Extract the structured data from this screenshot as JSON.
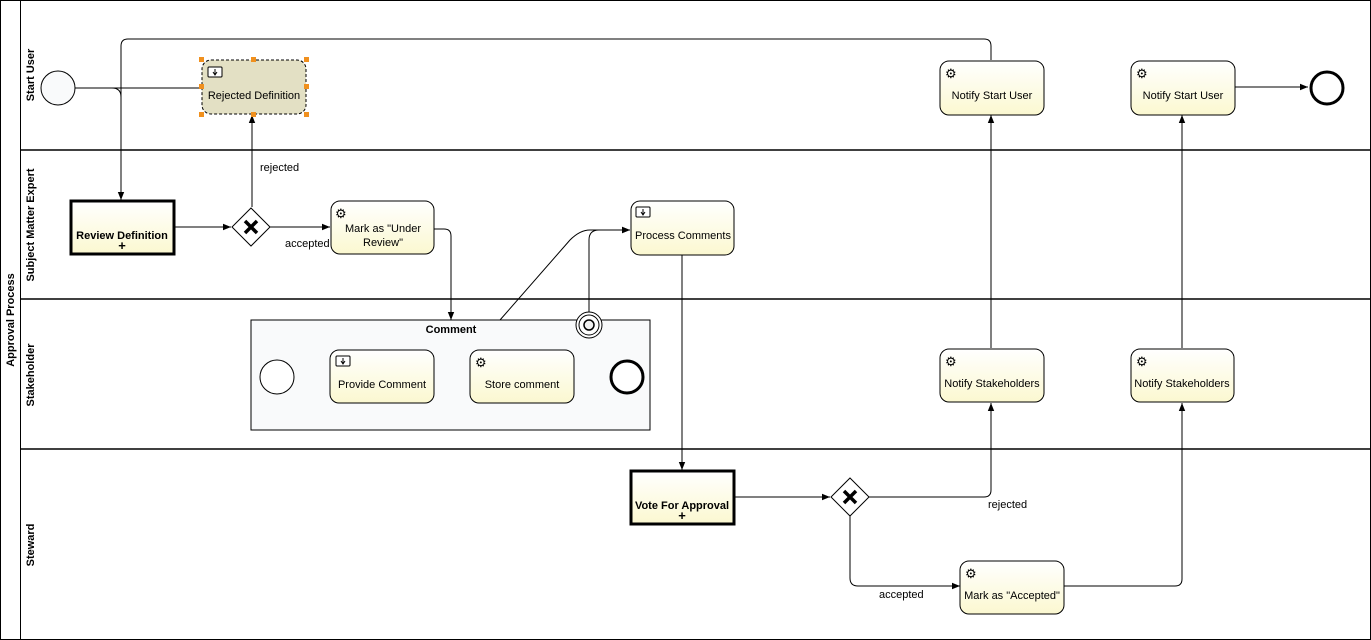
{
  "pool": {
    "label": "Approval Process",
    "lanes": [
      "Start User",
      "Subject Matter Expert",
      "Stakeholder",
      "Steward"
    ]
  },
  "tasks": {
    "rejected_definition": "Rejected Definition",
    "notify_start_user_1": "Notify Start User",
    "notify_start_user_2": "Notify Start User",
    "review_definition": "Review Definition",
    "mark_under_review": [
      "Mark as \"Under",
      "Review\""
    ],
    "process_comments": "Process Comments",
    "provide_comment": "Provide Comment",
    "store_comment": "Store comment",
    "notify_stakeholders_1": "Notify Stakeholders",
    "notify_stakeholders_2": "Notify Stakeholders",
    "vote_for_approval": "Vote For Approval",
    "mark_accepted": "Mark as \"Accepted\""
  },
  "subprocess": {
    "comment_label": "Comment"
  },
  "flow_labels": {
    "rejected_1": "rejected",
    "accepted_1": "accepted",
    "rejected_2": "rejected",
    "accepted_2": "accepted"
  },
  "colors": {
    "task_fill_top": "#ffffff",
    "task_fill_bottom": "#fdfbd9",
    "selected_task_fill": "#e3e0c4",
    "selection_handle": "#f0901e",
    "subprocess_fill": "#f9fafb"
  }
}
